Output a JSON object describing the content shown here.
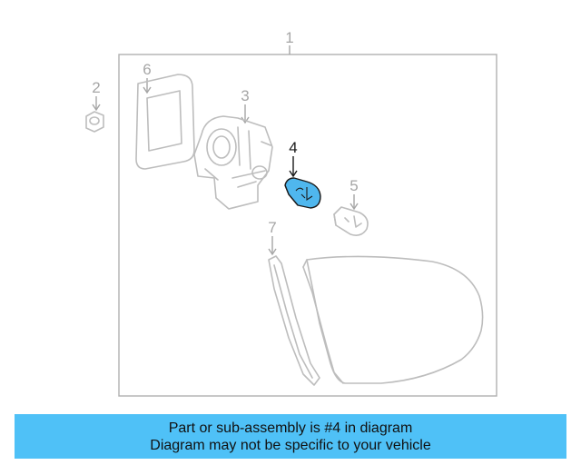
{
  "callouts": {
    "c1": "1",
    "c2": "2",
    "c3": "3",
    "c4": "4",
    "c5": "5",
    "c6": "6",
    "c7": "7"
  },
  "highlighted_part": "4",
  "colors": {
    "banner_bg": "#4fc1f7",
    "highlight_fill": "#4fb7ee",
    "part_stroke": "#bdbdbd",
    "frame_stroke": "#b0b0b0"
  },
  "banner": {
    "line1": "Part or sub-assembly is #4 in diagram",
    "line2": "Diagram may not be specific to your vehicle"
  }
}
